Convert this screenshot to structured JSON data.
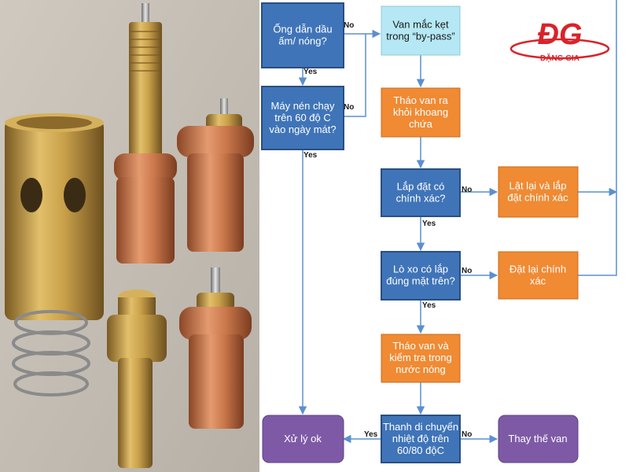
{
  "logo": {
    "mark": "ĐG",
    "name": "ĐẶNG GIA",
    "color": "#d9232a"
  },
  "colors": {
    "decision": "#3f74b8",
    "decision_border": "#2a4f80",
    "action": "#f08a33",
    "action_border": "#c86c1e",
    "bypass": "#b5e8f4",
    "terminal": "#7e5aa6",
    "arrow": "#5b8fd0"
  },
  "photo": {
    "description_icon": "thermostatic-valve-parts-photo"
  },
  "nodes": {
    "q_pipe": "Ống dẫn dầu ấm/ nóng?",
    "q_run": "Máy nén chạy trên 60 độ C vào ngày mát?",
    "stuck": "Van mắc kẹt trong “by-pass”",
    "remove": "Tháo van ra khỏi khoang chứa",
    "q_install": "Lắp đặt có chính xác?",
    "reinstall": "Lật lại và lắp đặt chính xác",
    "q_spring": "Lò xo có lắp đúng mặt trên?",
    "refit": "Đặt lại chính xác",
    "test": "Tháo van và kiểm tra trong nước nóng",
    "q_rod": "Thanh di chuyển nhiệt độ trên 60/80 độC",
    "ok": "Xử lý ok",
    "replace": "Thay thế van"
  },
  "edge_labels": {
    "yes": "Yes",
    "no": "No"
  }
}
